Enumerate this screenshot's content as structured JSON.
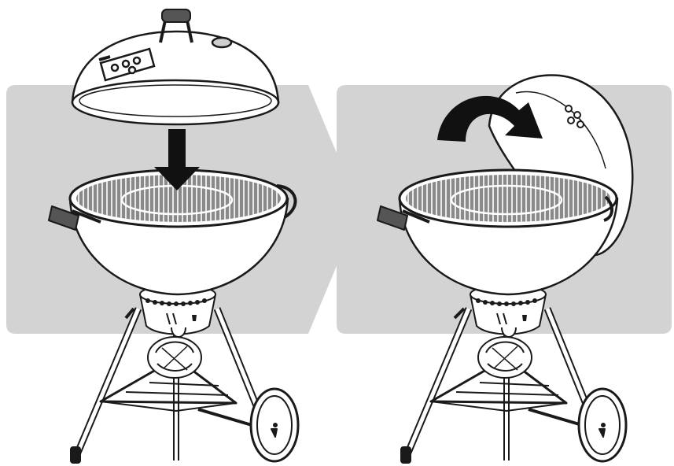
{
  "illustration": {
    "panels": [
      {
        "name": "lid-placement",
        "arrow": "straight-down-arrow",
        "lid_state": "above-kettle"
      },
      {
        "name": "lid-hinged-open",
        "arrow": "curved-arrow",
        "lid_state": "hinged-open"
      }
    ],
    "colors": {
      "background": "#ffffff",
      "panel_gray": "#d3d3d3",
      "outline": "#1a1a1a",
      "arrow": "#111111",
      "kettle_fill": "#ffffff"
    }
  }
}
